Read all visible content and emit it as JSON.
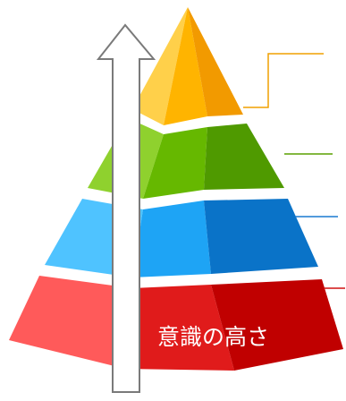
{
  "diagram": {
    "arrow_label": "意識の高さ",
    "tiers": [
      {
        "name": "top",
        "color_left": "#ffd04a",
        "color_front": "#ffb400",
        "color_right": "#f29a00"
      },
      {
        "name": "second",
        "color_left": "#8fd12e",
        "color_front": "#66b800",
        "color_right": "#4f9a00"
      },
      {
        "name": "third",
        "color_left": "#4fc3ff",
        "color_front": "#1ea4f5",
        "color_right": "#0a73c8"
      },
      {
        "name": "bottom",
        "color_left": "#ff5a5a",
        "color_front": "#e01b1b",
        "color_right": "#c00000"
      }
    ],
    "connector_colors": [
      "#f0a000",
      "#5aa000",
      "#1a7ad0",
      "#d01010"
    ]
  }
}
